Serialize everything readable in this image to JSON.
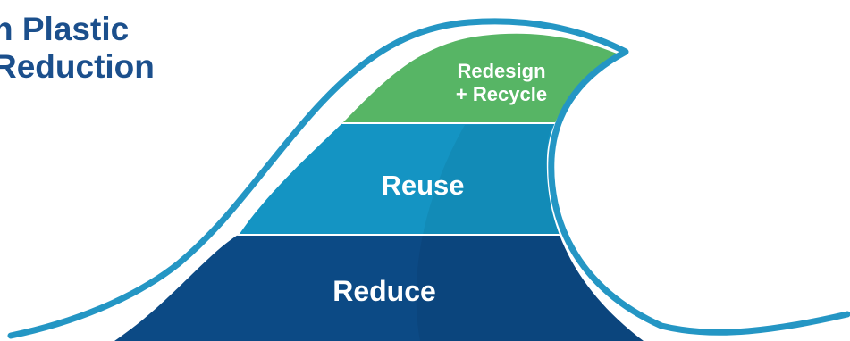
{
  "title": {
    "line1": "n Plastic",
    "line2": "Reduction"
  },
  "layers": {
    "top": {
      "line1": "Redesign",
      "line2": "+ Recycle"
    },
    "middle": "Reuse",
    "bottom": "Reduce"
  },
  "colors": {
    "title": "#1b4f8c",
    "outline": "#2496c4",
    "reduce": "#0c4a85",
    "reuse": "#1494c3",
    "recycle": "#57b565"
  }
}
